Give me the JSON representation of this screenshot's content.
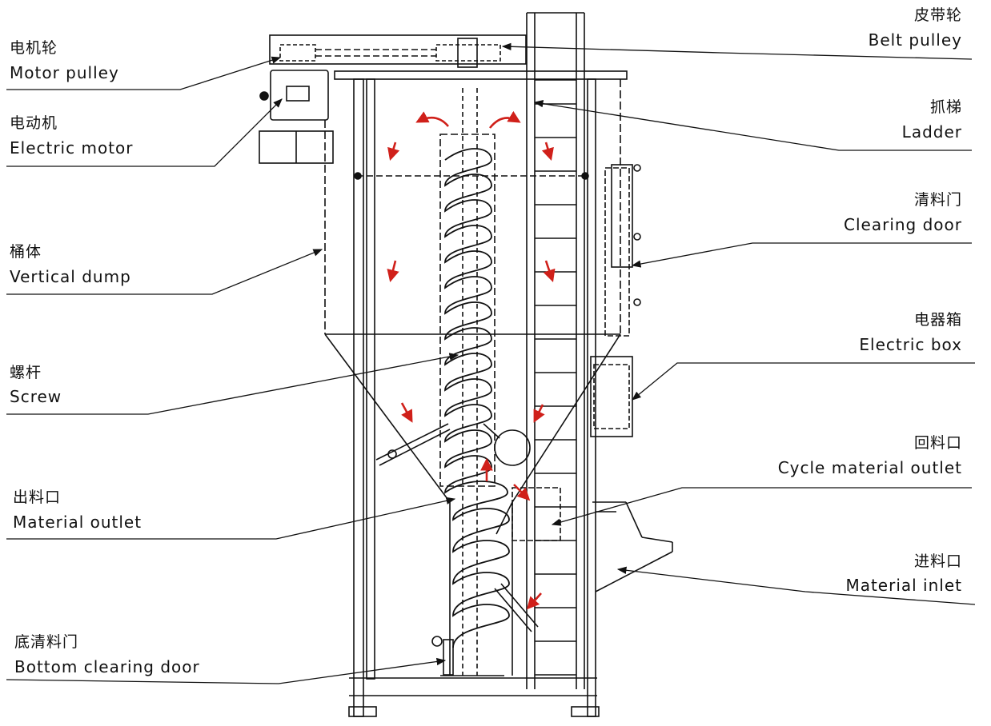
{
  "labels": {
    "motor_pulley": {
      "zh": "电机轮",
      "en": "Motor pulley"
    },
    "electric_motor": {
      "zh": "电动机",
      "en": "Electric motor"
    },
    "vertical_dump": {
      "zh": "桶体",
      "en": "Vertical dump"
    },
    "screw": {
      "zh": "螺杆",
      "en": "Screw"
    },
    "material_outlet": {
      "zh": "出料口",
      "en": "Material outlet"
    },
    "bottom_clearing_door": {
      "zh": "底清料门",
      "en": "Bottom clearing door"
    },
    "belt_pulley": {
      "zh": "皮带轮",
      "en": "Belt pulley"
    },
    "ladder": {
      "zh": "抓梯",
      "en": "Ladder"
    },
    "clearing_door": {
      "zh": "清料门",
      "en": "Clearing door"
    },
    "electric_box": {
      "zh": "电器箱",
      "en": "Electric box"
    },
    "cycle_material_outlet": {
      "zh": "回料口",
      "en": "Cycle material outlet"
    },
    "material_inlet": {
      "zh": "进料口",
      "en": "Material inlet"
    }
  },
  "colors": {
    "line": "#111111",
    "flow_arrow": "#d0201a",
    "background": "#ffffff"
  }
}
